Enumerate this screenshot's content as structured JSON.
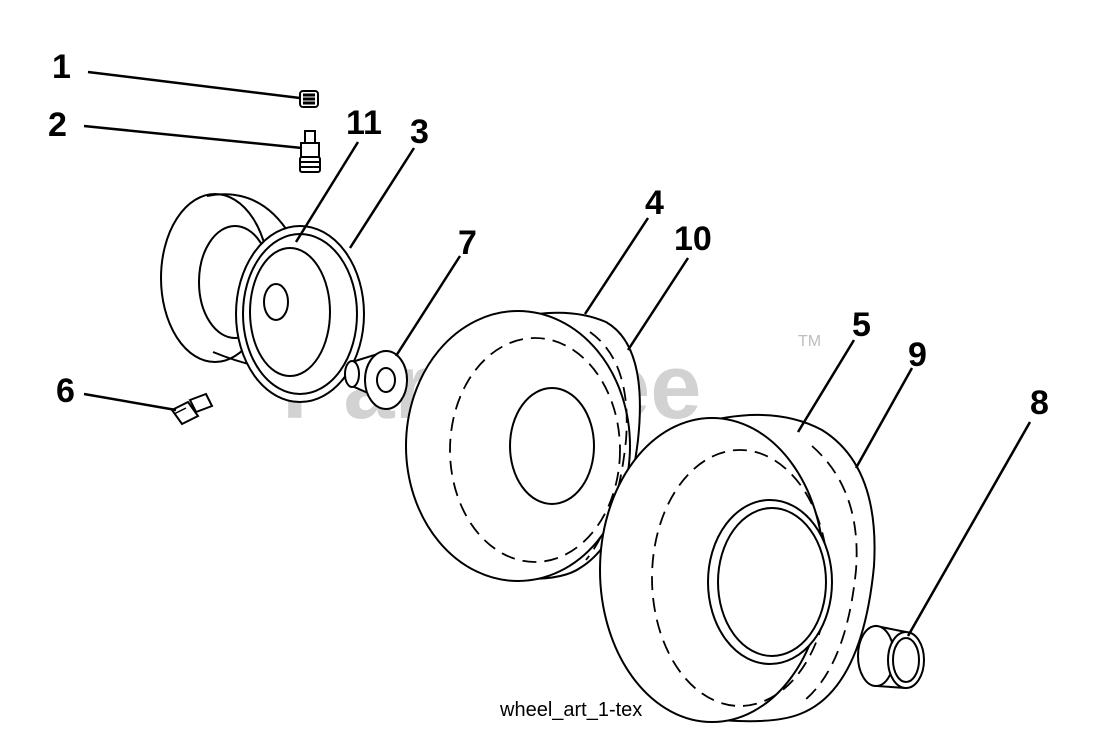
{
  "watermark": {
    "text": "PartsTree",
    "trademark": "TM"
  },
  "caption": "wheel_art_1-tex",
  "callouts": {
    "c1": "1",
    "c2": "2",
    "c3": "3",
    "c4": "4",
    "c5": "5",
    "c6": "6",
    "c7": "7",
    "c8": "8",
    "c9": "9",
    "c10": "10",
    "c11": "11"
  }
}
